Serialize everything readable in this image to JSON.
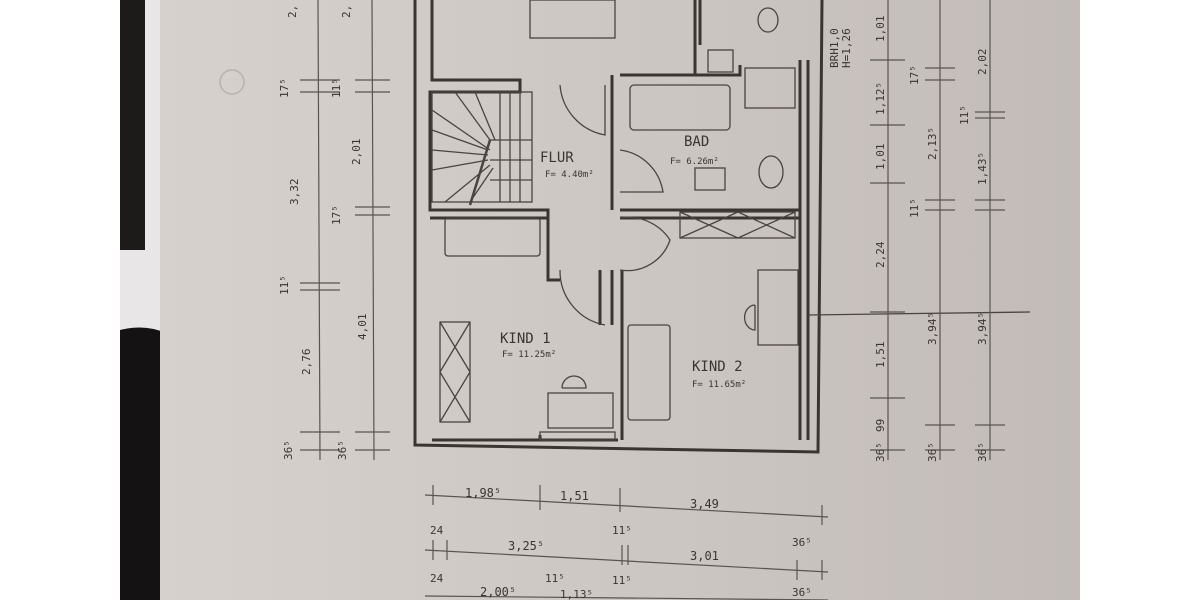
{
  "rooms": [
    {
      "name": "FLUR",
      "area": "F= 4.40m²"
    },
    {
      "name": "BAD",
      "area": "F= 6.26m²"
    },
    {
      "name": "KIND 1",
      "area": "F= 11.25m²"
    },
    {
      "name": "KIND 2",
      "area": "F= 11.65m²"
    }
  ],
  "window_note": {
    "line1": "BRH1,0",
    "line2": "H=1,26"
  },
  "dimensions": {
    "bottom_row1": [
      "1,98⁵",
      "1,51",
      "3,49"
    ],
    "bottom_row2": [
      "24",
      "3,25⁵",
      "11⁵",
      "3,01",
      "36⁵"
    ],
    "bottom_row3": [
      "24",
      "2,00⁵",
      "11⁵",
      "1,13⁵",
      "11⁵",
      "36⁵"
    ],
    "left_outer": [
      "2,",
      "17⁵",
      "3,32",
      "11⁵",
      "2,76",
      "36⁵"
    ],
    "left_inner": [
      "2,",
      "11⁵",
      "2,01",
      "17⁵",
      "4,01",
      "36⁵"
    ],
    "right_col1": [
      "1,01",
      "1,12⁵",
      "1,01",
      "2,24",
      "1,51",
      "99",
      "36⁵"
    ],
    "right_col2": [
      "17⁵",
      "2,13⁵",
      "11⁵",
      "3,94⁵",
      "36⁵"
    ],
    "right_col3": [
      "2,02",
      "11⁵",
      "1,43⁵",
      "3,94⁵",
      "36⁵"
    ]
  },
  "colors": {
    "paper": "#cdc7c3",
    "ink": "#3a3532",
    "background": "#1a1a1a"
  }
}
